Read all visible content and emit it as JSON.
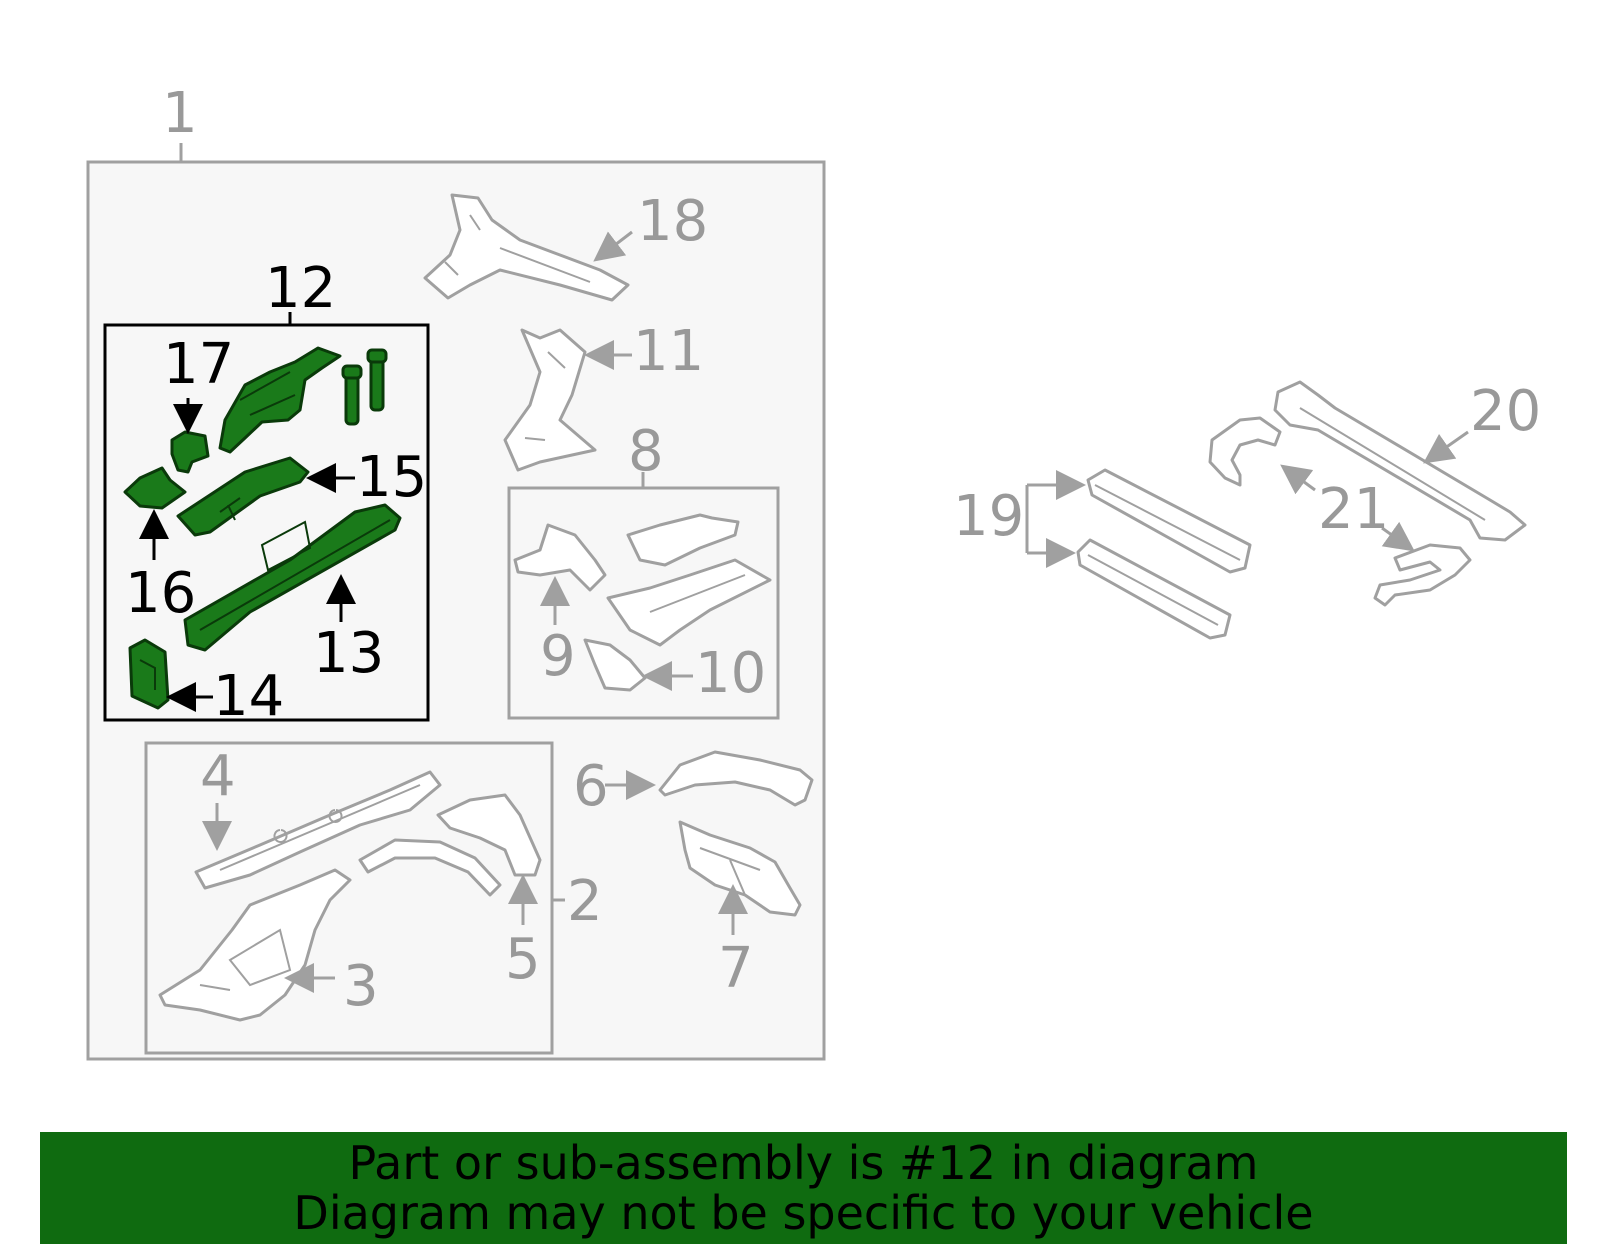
{
  "callouts": {
    "c1": "1",
    "c2": "2",
    "c3": "3",
    "c4": "4",
    "c5": "5",
    "c6": "6",
    "c7": "7",
    "c8": "8",
    "c9": "9",
    "c10": "10",
    "c11": "11",
    "c12": "12",
    "c13": "13",
    "c14": "14",
    "c15": "15",
    "c16": "16",
    "c17": "17",
    "c18": "18",
    "c19": "19",
    "c20": "20",
    "c21": "21"
  },
  "highlight": {
    "part_number": "12",
    "color": "#1a7a1a"
  },
  "banner": {
    "line1": "Part or sub-assembly is #12 in diagram",
    "line2": "Diagram may not be specific to your vehicle",
    "background": "#0f6b10"
  },
  "colors": {
    "inactive_parts": "#a0a0a0",
    "active_parts": "#1a7a1a"
  }
}
